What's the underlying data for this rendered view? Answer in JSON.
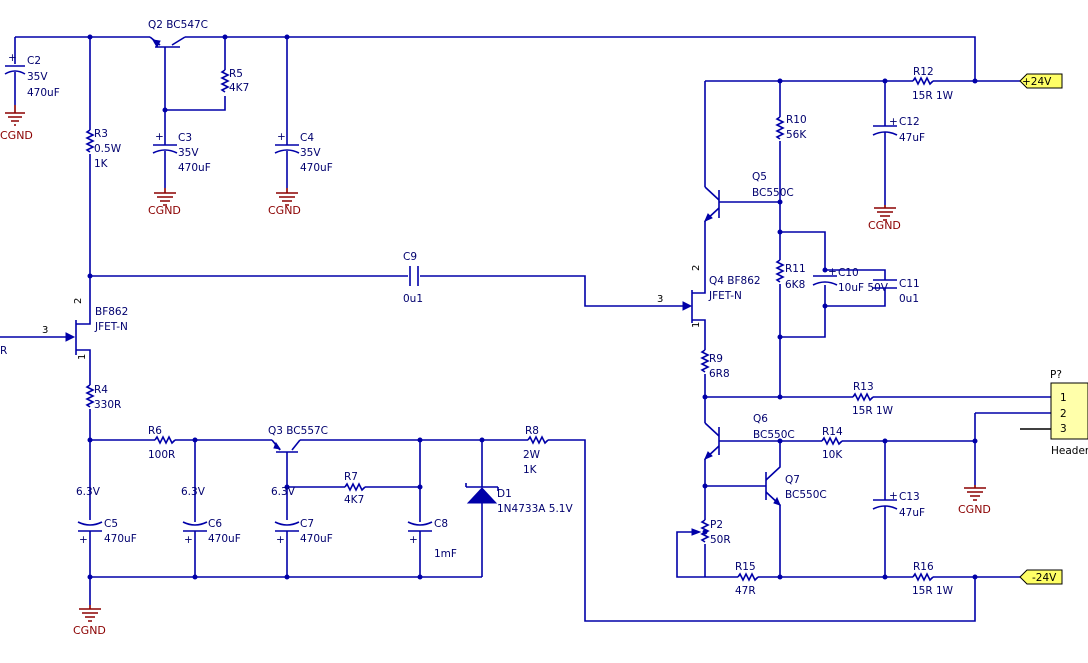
{
  "labels": {
    "q2": "Q2 BC547C",
    "c2_name": "C2",
    "c2_v": "35V",
    "c2_val": "470uF",
    "c3_name": "C3",
    "c3_v": "35V",
    "c3_val": "470uF",
    "c4_name": "C4",
    "c4_v": "35V",
    "c4_val": "470uF",
    "r5_name": "R5",
    "r5_val": "4K7",
    "r3_name": "R3",
    "r3_p": "0.5W",
    "r3_val": "1K",
    "c9_name": "C9",
    "c9_val": "0u1",
    "q1_type": "BF862",
    "q1_kind": "JFET-N",
    "r4_name": "R4",
    "r4_val": "330R",
    "r6_name": "R6",
    "r6_val": "100R",
    "q3": "Q3 BC557C",
    "r7_name": "R7",
    "r7_val": "4K7",
    "r8_name": "R8",
    "r8_p": "2W",
    "r8_val": "1K",
    "d1_name": "D1",
    "d1_val": "1N4733A 5.1V",
    "c5_v": "6.3V",
    "c5_name": "C5",
    "c5_val": "470uF",
    "c6_v": "6.3V",
    "c6_name": "C6",
    "c6_val": "470uF",
    "c7_v": "6.3V",
    "c7_name": "C7",
    "c7_val": "470uF",
    "c8_name": "C8",
    "c8_val": "1mF",
    "r12_name": "R12",
    "r12_val": "15R 1W",
    "r10_name": "R10",
    "r10_val": "56K",
    "c12_name": "C12",
    "c12_val": "47uF",
    "q5_name": "Q5",
    "q5_type": "BC550C",
    "q4": "Q4 BF862",
    "q4_kind": "JFET-N",
    "r11_name": "R11",
    "r11_val": "6K8",
    "c10_name": "C10",
    "c10_val": "10uF 50V",
    "c11_name": "C11",
    "c11_val": "0u1",
    "r9_name": "R9",
    "r9_val": "6R8",
    "r13_name": "R13",
    "r13_val": "15R 1W",
    "q6_name": "Q6",
    "q6_type": "BC550C",
    "r14_name": "R14",
    "r14_val": "10K",
    "q7_name": "Q7",
    "q7_type": "BC550C",
    "c13_name": "C13",
    "c13_val": "47uF",
    "p2_name": "P2",
    "p2_val": "50R",
    "r15_name": "R15",
    "r15_val": "47R",
    "r16_name": "R16",
    "r16_val": "15R 1W",
    "header_ref": "P?",
    "header_name": "Header",
    "header_pin1": "1",
    "header_pin2": "2",
    "header_pin3": "3",
    "port_pos": "+24V",
    "port_neg": "-24V",
    "gnd": "CGND",
    "input_frag": "R",
    "pin_1": "1",
    "pin_2": "2",
    "pin_3": "3"
  },
  "colors": {
    "wire": "#0000a8",
    "ground": "#8b0000",
    "port_fill": "#ffff66",
    "background": "#ffffff"
  }
}
